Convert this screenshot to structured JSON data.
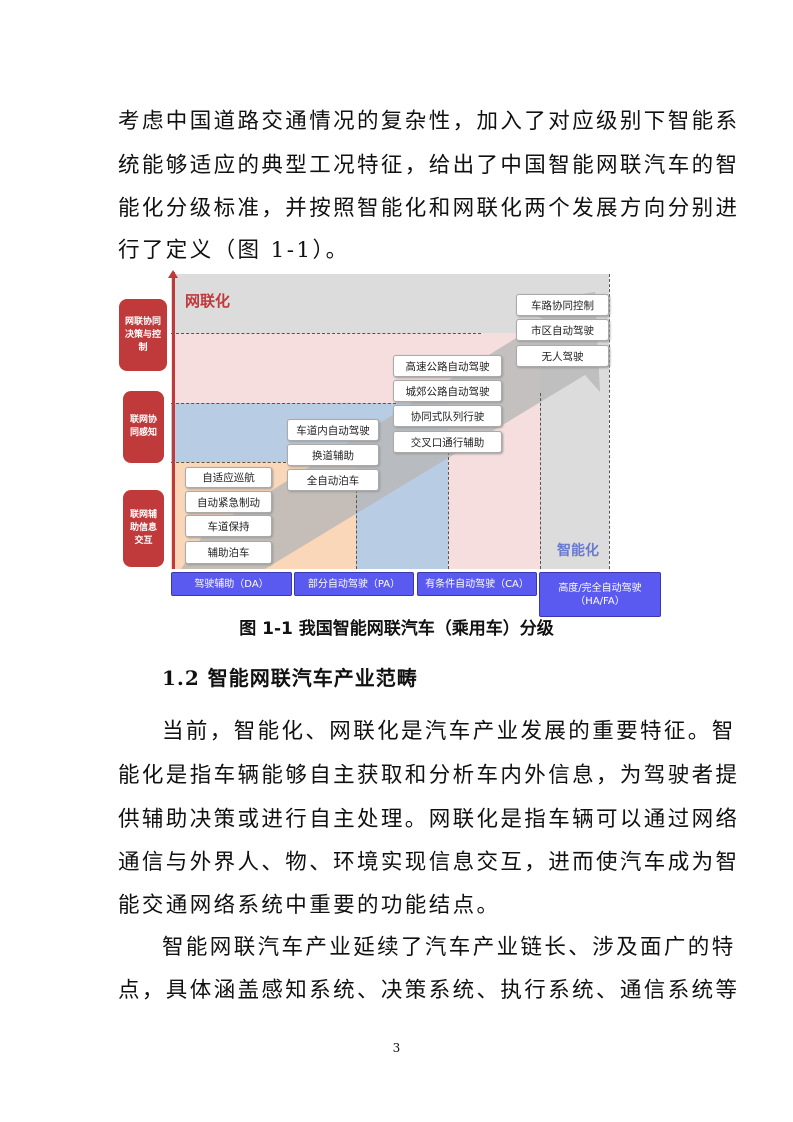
{
  "intro_lines": [
    "考虑中国道路交通情况的复杂性，加入了对应级别下智能系",
    "统能够适应的典型工况特征，给出了中国智能网联汽车的智",
    "能化分级标准，并按照智能化和网联化两个发展方向分别进",
    "行了定义（图 1-1）。"
  ],
  "figure": {
    "network_axis_label": "网联化",
    "intelligence_axis_label": "智能化",
    "network_levels": [
      "网联协同决策与控制",
      "联网协同感知",
      "联网辅助信息交互"
    ],
    "levels": [
      {
        "name": "驾驶辅助（DA）",
        "items": [
          "自适应巡航",
          "自动紧急制动",
          "车道保持",
          "辅助泊车"
        ]
      },
      {
        "name": "部分自动驾驶（PA）",
        "items": [
          "车道内自动驾驶",
          "换道辅助",
          "全自动泊车"
        ]
      },
      {
        "name": "有条件自动驾驶（CA）",
        "items": [
          "高速公路自动驾驶",
          "城郊公路自动驾驶",
          "协同式队列行驶",
          "交叉口通行辅助"
        ]
      },
      {
        "name": "高度/完全自动驾驶（HA/FA）",
        "items": [
          "车路协同控制",
          "市区自动驾驶",
          "无人驾驶"
        ]
      }
    ],
    "caption": "图 1-1  我国智能网联汽车（乘用车）分级",
    "colors": {
      "network": "#c0393b",
      "intelligence": "#5a5af0",
      "gray": "#dcdcdc",
      "pink": "#f6dede",
      "blue": "#b8cce4",
      "orange": "#fad7b8"
    }
  },
  "section_heading": "1.2 智能网联汽车产业范畴",
  "body_lines": [
    "当前，智能化、网联化是汽车产业发展的重要特征。智",
    "能化是指车辆能够自主获取和分析车内外信息，为驾驶者提",
    "供辅助决策或进行自主处理。网联化是指车辆可以通过网络",
    "通信与外界人、物、环境实现信息交互，进而使汽车成为智",
    "能交通网络系统中重要的功能结点。",
    "智能网联汽车产业延续了汽车产业链长、涉及面广的特",
    "点，具体涵盖感知系统、决策系统、执行系统、通信系统等"
  ],
  "page_number": "3"
}
